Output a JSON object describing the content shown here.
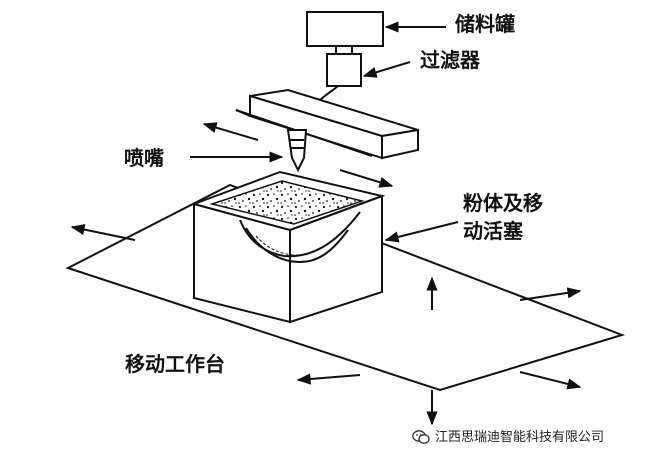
{
  "labels": {
    "storage_tank": "储料罐",
    "filter": "过滤器",
    "nozzle": "喷嘴",
    "powder_piston_line1": "粉体及移",
    "powder_piston_line2": "动活塞",
    "worktable": "移动工作台"
  },
  "watermark": {
    "text": "江西思瑞迪智能科技有限公司",
    "icon": "wechat-icon"
  },
  "colors": {
    "ink": "#111111",
    "background": "#ffffff"
  }
}
